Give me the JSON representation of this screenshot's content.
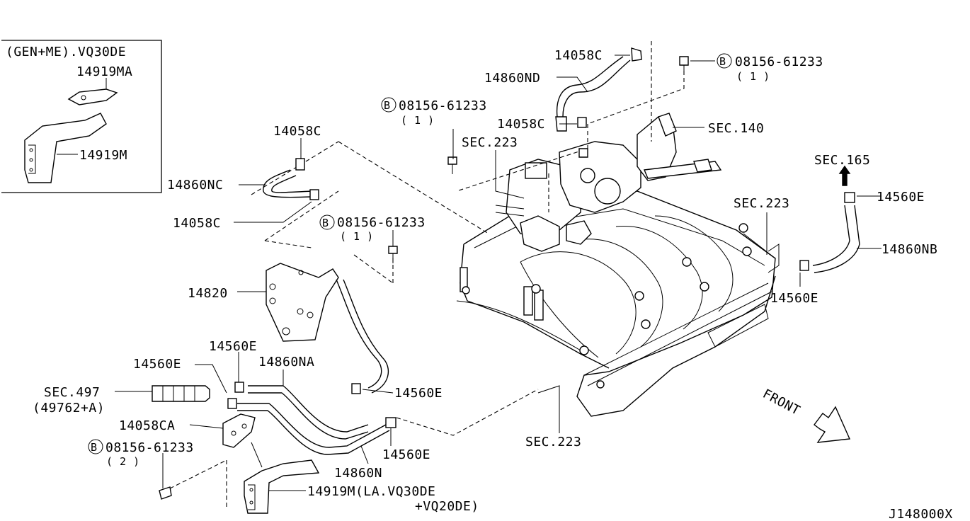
{
  "figure_code": "J148000X",
  "inset": {
    "title": "(GEN+ME).VQ30DE",
    "part_top": "14919MA",
    "part_bottom": "14919M"
  },
  "labels": {
    "p14058C_top": "14058C",
    "p14860ND": "14860ND",
    "bolt_top_right": "08156-61233",
    "bolt_top_right_qty": "( 1 )",
    "bolt_mid": "08156-61233",
    "bolt_mid_qty": "( 1 )",
    "p14058C_mid": "14058C",
    "sec140": "SEC.140",
    "sec223_top": "SEC.223",
    "p14058C_left": "14058C",
    "p14860NC": "14860NC",
    "p14058C_left2": "14058C",
    "bolt_left": "08156-61233",
    "bolt_left_qty": "( 1 )",
    "sec165": "SEC.165",
    "p14560E_r1": "14560E",
    "sec223_right": "SEC.223",
    "p14860NB": "14860NB",
    "p14560E_r2": "14560E",
    "p14820": "14820",
    "p14560E_a": "14560E",
    "p14560E_b": "14560E",
    "p14860NA": "14860NA",
    "sec497": "SEC.497",
    "sec497_sub": "(49762+A)",
    "p14560E_c": "14560E",
    "p14058CA": "14058CA",
    "bolt_bottom": "08156-61233",
    "bolt_bottom_qty": "( 2 )",
    "p14560E_d": "14560E",
    "p14860N": "14860N",
    "sec223_bottom": "SEC.223",
    "p14919M_la": "14919M(LA.VQ30DE",
    "p14919M_la2": "+VQ20DE)",
    "front": "FRONT",
    "bolt_mark": "B"
  }
}
